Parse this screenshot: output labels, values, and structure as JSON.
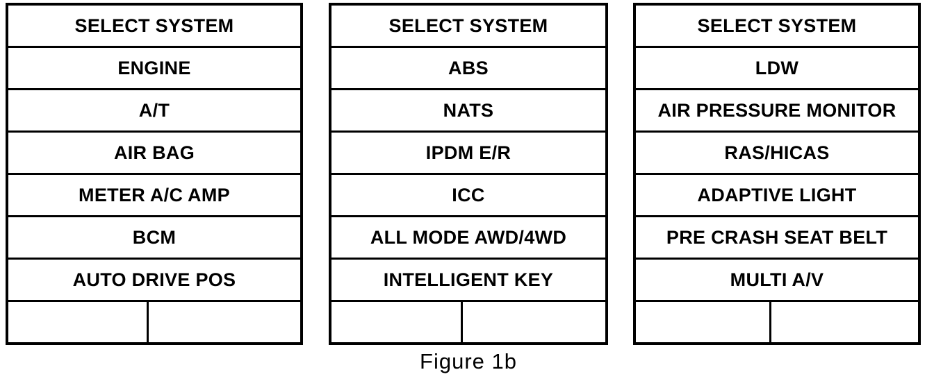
{
  "figure": {
    "caption": "Figure 1b"
  },
  "colors": {
    "border": "#000000",
    "background": "#ffffff",
    "text": "#000000"
  },
  "panels": [
    {
      "title": "SELECT SYSTEM",
      "items": [
        "ENGINE",
        "A/T",
        "AIR BAG",
        "METER A/C AMP",
        "BCM",
        "AUTO DRIVE POS"
      ]
    },
    {
      "title": "SELECT SYSTEM",
      "items": [
        "ABS",
        "NATS",
        "IPDM E/R",
        "ICC",
        "ALL MODE AWD/4WD",
        "INTELLIGENT KEY"
      ]
    },
    {
      "title": "SELECT SYSTEM",
      "items": [
        "LDW",
        "AIR PRESSURE MONITOR",
        "RAS/HICAS",
        "ADAPTIVE LIGHT",
        "PRE CRASH SEAT BELT",
        "MULTI A/V"
      ]
    }
  ]
}
